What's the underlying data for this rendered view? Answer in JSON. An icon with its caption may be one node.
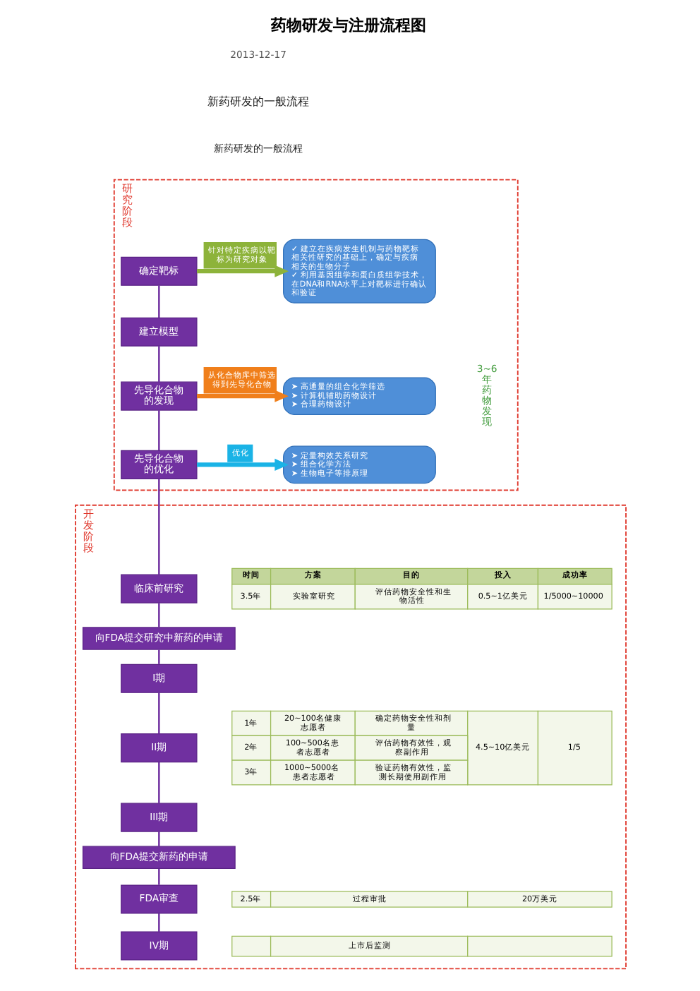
{
  "diagram": {
    "title": "药物研发与注册流程图",
    "nodes": [
      {
        "text": [
          "研究阶段"
        ]
      },
      {
        "text": [
          "确定靶标"
        ],
        "in": 0
      },
      {
        "text": [
          "✓ 建立在疾病发生机制与药物靶标相关性研究的基础上，确定与疾病相关的生物分子",
          "✓ 利用基因组学和蛋白质组学技术，在DNA和RNA水平上对靶标进行确认和验证"
        ],
        "in": 0
      },
      {
        "text": [
          "建立模型"
        ],
        "in": 0
      },
      {
        "text": [
          "先导化合物的发现"
        ],
        "in": 0
      },
      {
        "text": [
          "➤ 高通量的组合化学筛选",
          "➤ 计算机辅助药物设计",
          "➤ 合理药物设计"
        ],
        "in": 0
      },
      {
        "text": [
          "先导化合物的优化"
        ],
        "in": 0
      },
      {
        "text": [
          "➤ 定量构效关系研究",
          "➤ 组合化学方法",
          "➤ 生物电子等排原理"
        ],
        "in": 0
      },
      {
        "text": [
          "开发阶段"
        ]
      },
      {
        "text": [
          "临床前研究"
        ],
        "in": 8
      },
      {
        "text": [
          "向FDA提交研究中新药的申请"
        ],
        "in": 8
      },
      {
        "text": [
          "I期"
        ],
        "in": 8
      },
      {
        "text": [
          "II期"
        ],
        "in": 8
      },
      {
        "text": [
          "III期"
        ],
        "in": 8
      },
      {
        "text": [
          "向FDA提交新药的申请"
        ],
        "in": 8
      },
      {
        "text": [
          "FDA审查"
        ],
        "in": 8
      },
      {
        "text": [
          "IV期"
        ],
        "in": 8
      }
    ],
    "edges": [
      {
        "from": 1,
        "to": 2,
        "arrow": "to",
        "label": "针对特定疾病以靶标为研究对象",
        "style": "thick",
        "color": "#8db33a"
      },
      {
        "from": 1,
        "to": 3,
        "arrow": "none"
      },
      {
        "from": 3,
        "to": 4,
        "arrow": "none"
      },
      {
        "from": 4,
        "to": 5,
        "arrow": "to",
        "label": "从化合物库中筛选得到先导化合物",
        "style": "thick",
        "color": "#f07f1b"
      },
      {
        "from": 4,
        "to": 6,
        "arrow": "none"
      },
      {
        "from": 6,
        "to": 7,
        "arrow": "to",
        "label": "优化",
        "style": "thick",
        "color": "#1ab3e6"
      },
      {
        "from": 6,
        "to": 9,
        "arrow": "none"
      },
      {
        "from": 9,
        "to": 10,
        "arrow": "none"
      },
      {
        "from": 10,
        "to": 11,
        "arrow": "none"
      },
      {
        "from": 11,
        "to": 12,
        "arrow": "none"
      },
      {
        "from": 12,
        "to": 13,
        "arrow": "none"
      },
      {
        "from": 13,
        "to": 14,
        "arrow": "none"
      },
      {
        "from": 14,
        "to": 15,
        "arrow": "none"
      },
      {
        "from": 15,
        "to": 16,
        "arrow": "none"
      }
    ],
    "labels": [
      "2013-12-17",
      "新药研发的一般流程",
      "新药研发的一般流程",
      "3~6年药物发现",
      "时间",
      "方案",
      "目的",
      "投入",
      "成功率",
      "3.5年",
      "实验室研究",
      "评估药物安全性和生物活性",
      "0.5~1亿美元",
      "1/5000~10000",
      "1年",
      "20~100名健康志愿者",
      "确定药物安全性和剂量",
      "2年",
      "100~500名患者志愿者",
      "评估药物有效性，观察副作用",
      "4.5~10亿美元",
      "1/5",
      "3年",
      "1000~5000名患者志愿者",
      "验证药物有效性，监测长期使用副作用",
      "2.5年",
      "过程审批",
      "20万美元",
      "上市后监测"
    ]
  }
}
